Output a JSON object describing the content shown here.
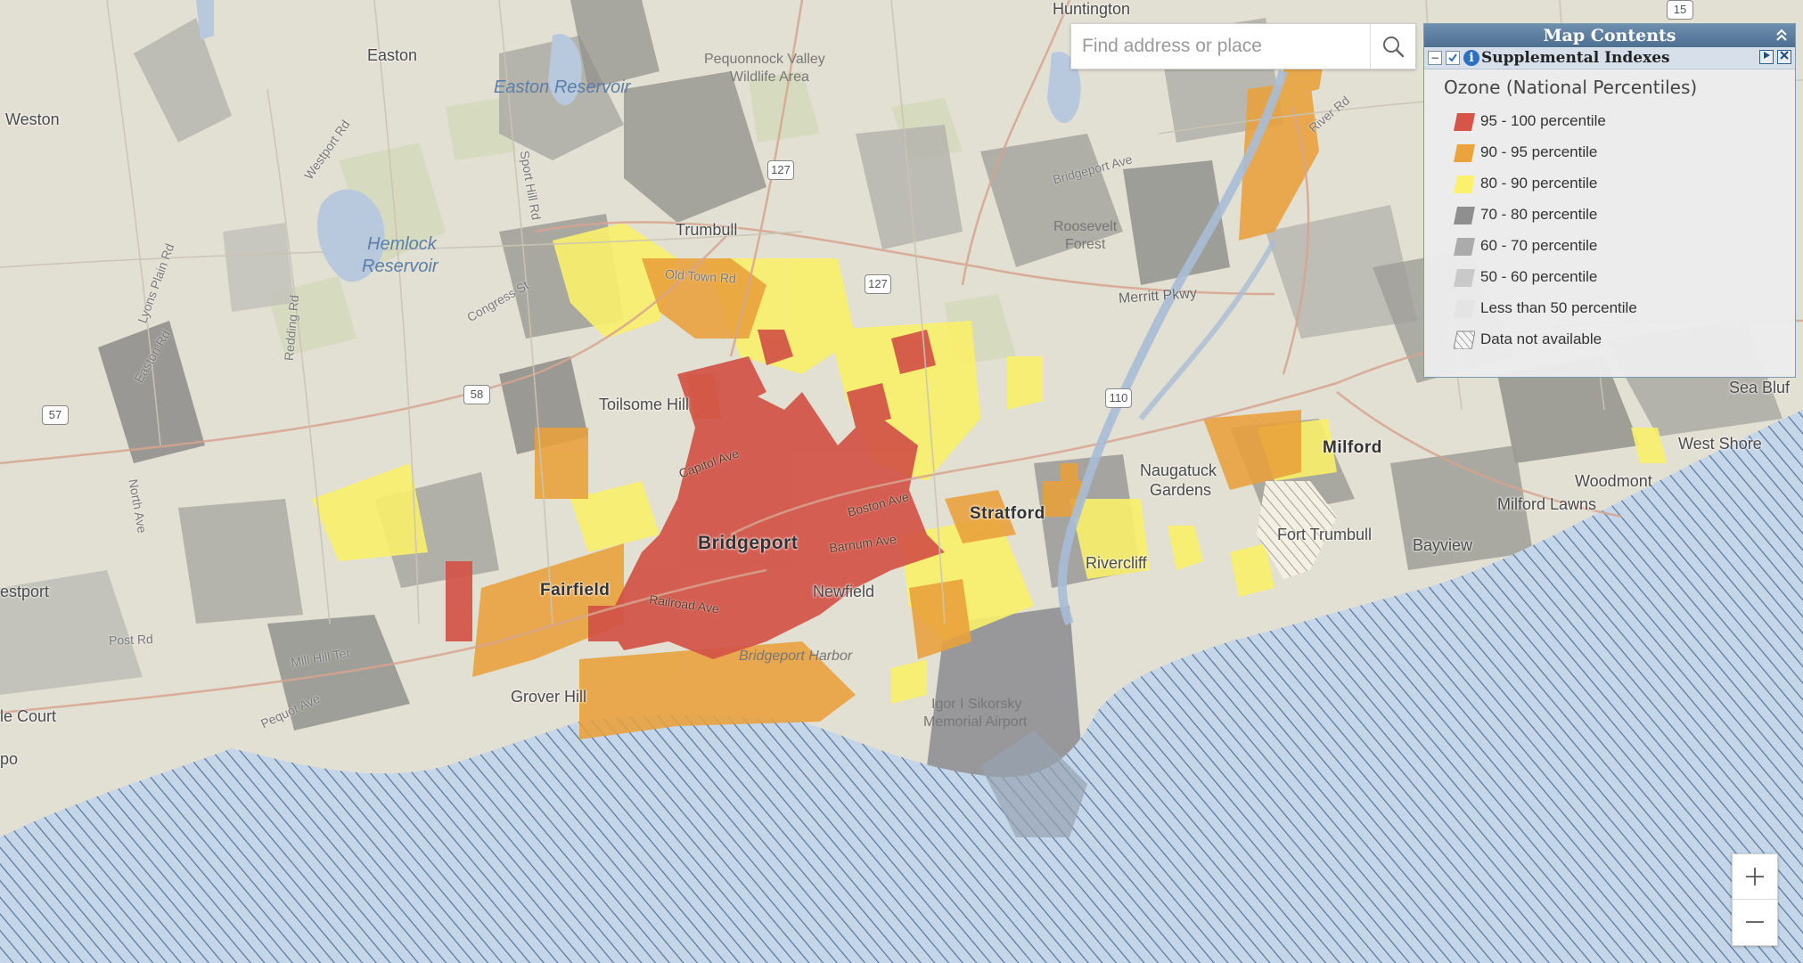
{
  "search": {
    "placeholder": "Find address or place"
  },
  "panel": {
    "title": "Map Contents",
    "layer_title": "Supplemental Indexes",
    "legend_title": "Ozone (National Percentiles)",
    "legend": [
      {
        "label": "95 - 100 percentile",
        "color": "#d65448"
      },
      {
        "label": "90 - 95 percentile",
        "color": "#eaa43b"
      },
      {
        "label": "80 - 90 percentile",
        "color": "#fbf16c"
      },
      {
        "label": "70 - 80 percentile",
        "color": "#8f8f8f"
      },
      {
        "label": "60 - 70 percentile",
        "color": "#ababab"
      },
      {
        "label": "50 - 60 percentile",
        "color": "#c9c9c9"
      },
      {
        "label": "Less than 50 percentile",
        "color": "#e4e4e4"
      },
      {
        "label": "Data not available",
        "color": "hatched"
      }
    ]
  },
  "places": {
    "huntington": "Huntington",
    "easton": "Easton",
    "weston": "Weston",
    "pequonnock": "Pequonnock Valley",
    "wildlife": "Wildlife Area",
    "easton_reservoir": "Easton Reservoir",
    "hemlock": "Hemlock",
    "reservoir": "Reservoir",
    "trumbull": "Trumbull",
    "roosevelt": "Roosevelt",
    "forest": "Forest",
    "merritt": "Merritt Pkwy",
    "toilsome": "Toilsome Hill",
    "bridgeport": "Bridgeport",
    "fairfield": "Fairfield",
    "newfield": "Newfield",
    "stratford": "Stratford",
    "naugatuck": "Naugatuck",
    "gardens": "Gardens",
    "rivercliff": "Rivercliff",
    "milford": "Milford",
    "fort_trumbull": "Fort Trumbull",
    "bayview": "Bayview",
    "milford_lawns": "Milford Lawns",
    "woodmont": "Woodmont",
    "west_shore": "West Shore",
    "sea_bluff": "Sea Bluf",
    "estport": "estport",
    "le_court": "le Court",
    "po": "po",
    "grover_hill": "Grover Hill",
    "bridgeport_harbor": "Bridgeport Harbor",
    "igor": "Igor I Sikorsky",
    "memorial_airport": "Memorial Airport"
  },
  "roads": {
    "easton_rd": "Easton Rd",
    "north_ave": "North Ave",
    "capitol_ave": "Capitol Ave",
    "boston_ave": "Boston Ave",
    "barnum_ave": "Barnum Ave",
    "railroad_ave": "Railroad Ave",
    "post_rd": "Post Rd",
    "mill_hill_ter": "Mill Hill Ter",
    "pequot_ave": "Pequot Ave",
    "old_town_rd": "Old Town Rd",
    "bridgeport_ave": "Bridgeport Ave",
    "sport_hill_rd": "Sport Hill Rd",
    "westport_rd": "Westport Rd",
    "lyons_plain_rd": "Lyons Plain Rd",
    "redding_rd": "Redding Rd",
    "congress_st": "Congress St",
    "river_rd": "River Rd"
  },
  "shields": {
    "r127a": "127",
    "r127b": "127",
    "r58": "58",
    "r57": "57",
    "r110": "110",
    "r15": "15"
  },
  "zoom": {
    "in": "+",
    "out": "−"
  }
}
